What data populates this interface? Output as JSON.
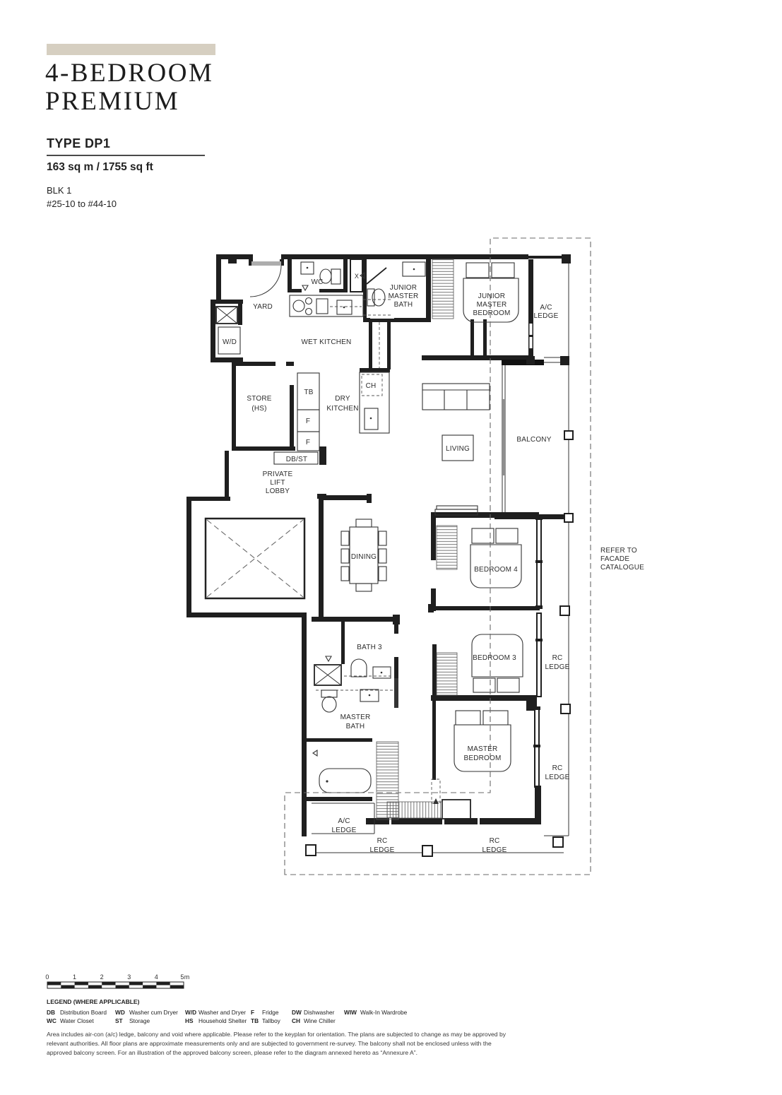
{
  "header": {
    "tag_line1": "4-BEDROOM",
    "tag_line2": "PREMIUM",
    "type": "TYPE DP1",
    "area": "163 sq m / 1755 sq ft",
    "block": "BLK 1",
    "stack": "#25-10 to #44-10"
  },
  "colors": {
    "accent_beige": "#d6cfc1",
    "line": "#1f1f1f"
  },
  "plan": {
    "rooms": {
      "yard": [
        "YARD"
      ],
      "wc": [
        "WC"
      ],
      "duct": [
        "X"
      ],
      "junior_master_bath": [
        "JUNIOR",
        "MASTER",
        "BATH"
      ],
      "junior_master_bedroom": [
        "JUNIOR",
        "MASTER",
        "BEDROOM"
      ],
      "ac_ledge_top": [
        "A/C",
        "LEDGE"
      ],
      "wd": [
        "W/D"
      ],
      "wet_kitchen": [
        "WET KITCHEN"
      ],
      "store": [
        "STORE",
        "(HS)"
      ],
      "tb": [
        "TB"
      ],
      "f1": [
        "F"
      ],
      "f2": [
        "F"
      ],
      "ch": [
        "CH"
      ],
      "dry_kitchen": [
        "DRY",
        "KITCHEN"
      ],
      "db_st": [
        "DB/ST"
      ],
      "private_lift_lobby": [
        "PRIVATE",
        "LIFT",
        "LOBBY"
      ],
      "living": [
        "LIVING"
      ],
      "balcony": [
        "BALCONY"
      ],
      "dining": [
        "DINING"
      ],
      "bedroom4": [
        "BEDROOM 4"
      ],
      "refer_facade": [
        "REFER TO",
        "FACADE",
        "CATALOGUE"
      ],
      "bedroom3": [
        "BEDROOM 3"
      ],
      "rc_ledge_right_1": [
        "RC",
        "LEDGE"
      ],
      "bath3": [
        "BATH 3"
      ],
      "master_bath": [
        "MASTER",
        "BATH"
      ],
      "master_bedroom": [
        "MASTER",
        "BEDROOM"
      ],
      "rc_ledge_right_2": [
        "RC",
        "LEDGE"
      ],
      "ac_ledge_bottom": [
        "A/C",
        "LEDGE"
      ],
      "rc_ledge_bottom_left": [
        "RC",
        "LEDGE"
      ],
      "rc_ledge_bottom_right": [
        "RC",
        "LEDGE"
      ]
    }
  },
  "scale_bar": {
    "ticks": [
      "0",
      "1",
      "2",
      "3",
      "4",
      "5m"
    ]
  },
  "legend": {
    "title": "LEGEND (WHERE APPLICABLE)",
    "row1": [
      {
        "abbr": "DB",
        "desc": "Distribution Board"
      },
      {
        "abbr": "WD",
        "desc": "Washer cum Dryer"
      },
      {
        "abbr": "W/D",
        "desc": "Washer and Dryer"
      },
      {
        "abbr": "F",
        "desc": "Fridge"
      },
      {
        "abbr": "DW",
        "desc": "Dishwasher"
      },
      {
        "abbr": "WIW",
        "desc": "Walk-In Wardrobe"
      }
    ],
    "row2": [
      {
        "abbr": "WC",
        "desc": "Water Closet"
      },
      {
        "abbr": "ST",
        "desc": "Storage"
      },
      {
        "abbr": "HS",
        "desc": "Household Shelter"
      },
      {
        "abbr": "TB",
        "desc": "Tallboy"
      },
      {
        "abbr": "CH",
        "desc": "Wine Chiller"
      }
    ]
  },
  "disclaimer": "Area includes air-con (a/c) ledge, balcony and void where applicable. Please refer to the keyplan for orientation. The plans are subjected to change as may be approved by relevant authorities. All floor plans are approximate measurements only and are subjected to government re-survey. The balcony shall not be enclosed unless with the approved balcony screen. For an illustration of the approved balcony screen, please refer to the diagram annexed hereto as “Annexure A”."
}
